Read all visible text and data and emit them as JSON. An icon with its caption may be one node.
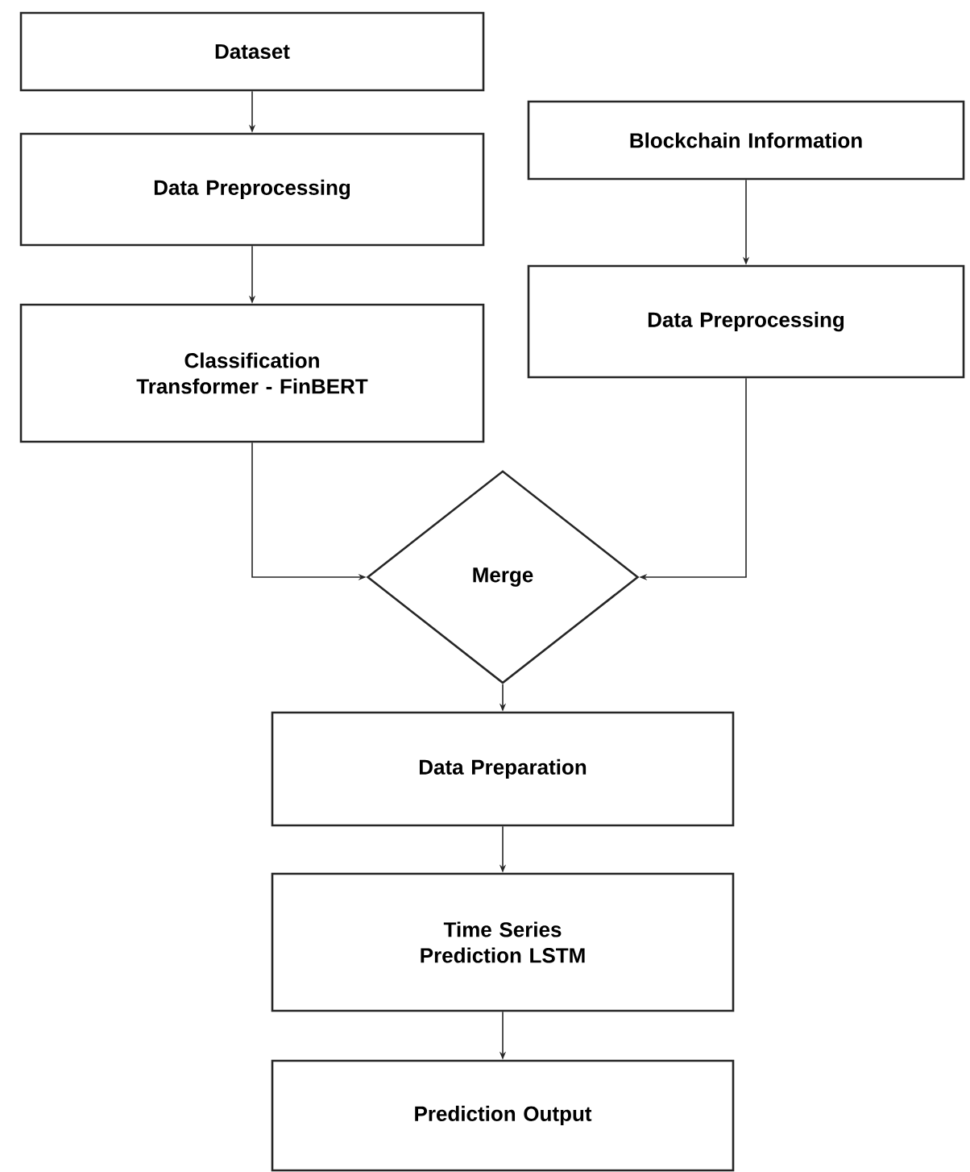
{
  "diagram": {
    "nodes": [
      {
        "text": [
          "Dataset"
        ]
      },
      {
        "text": [
          "Data Preprocessing"
        ]
      },
      {
        "text": [
          "Classification Transformer - FinBERT"
        ]
      },
      {
        "text": [
          "Blockchain Information"
        ]
      },
      {
        "text": [
          "Data Preprocessing"
        ]
      },
      {
        "text": [
          "Merge"
        ]
      },
      {
        "text": [
          "Data Preparation"
        ]
      },
      {
        "text": [
          "Time Series Prediction LSTM"
        ]
      },
      {
        "text": [
          "Prediction Output"
        ]
      }
    ],
    "edges": [
      {
        "from": 0,
        "to": 1,
        "arrow": "to"
      },
      {
        "from": 1,
        "to": 2,
        "arrow": "to"
      },
      {
        "from": 3,
        "to": 4,
        "arrow": "to"
      },
      {
        "from": 2,
        "to": 5,
        "arrow": "to"
      },
      {
        "from": 4,
        "to": 5,
        "arrow": "to"
      },
      {
        "from": 5,
        "to": 6,
        "arrow": "to"
      },
      {
        "from": 6,
        "to": 7,
        "arrow": "to"
      },
      {
        "from": 7,
        "to": 8,
        "arrow": "to"
      }
    ]
  }
}
